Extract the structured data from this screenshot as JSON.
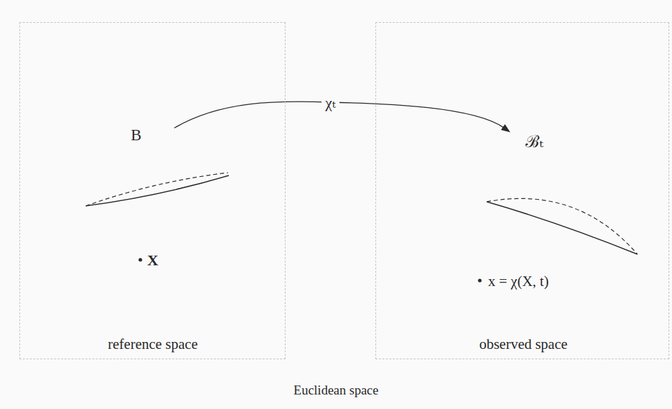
{
  "diagram": {
    "caption": "Euclidean space",
    "nodes": [
      {
        "text": [
          "reference space"
        ]
      },
      {
        "text": [
          "B",
          "X"
        ],
        "in": 0
      },
      {
        "text": [
          "observed space"
        ]
      },
      {
        "text": [
          "ℬₜ",
          "x = χ(X, t)"
        ],
        "in": 2
      }
    ],
    "edges": [
      {
        "from": 1,
        "to": 3,
        "arrow": "to",
        "label": "χₜ"
      }
    ]
  }
}
